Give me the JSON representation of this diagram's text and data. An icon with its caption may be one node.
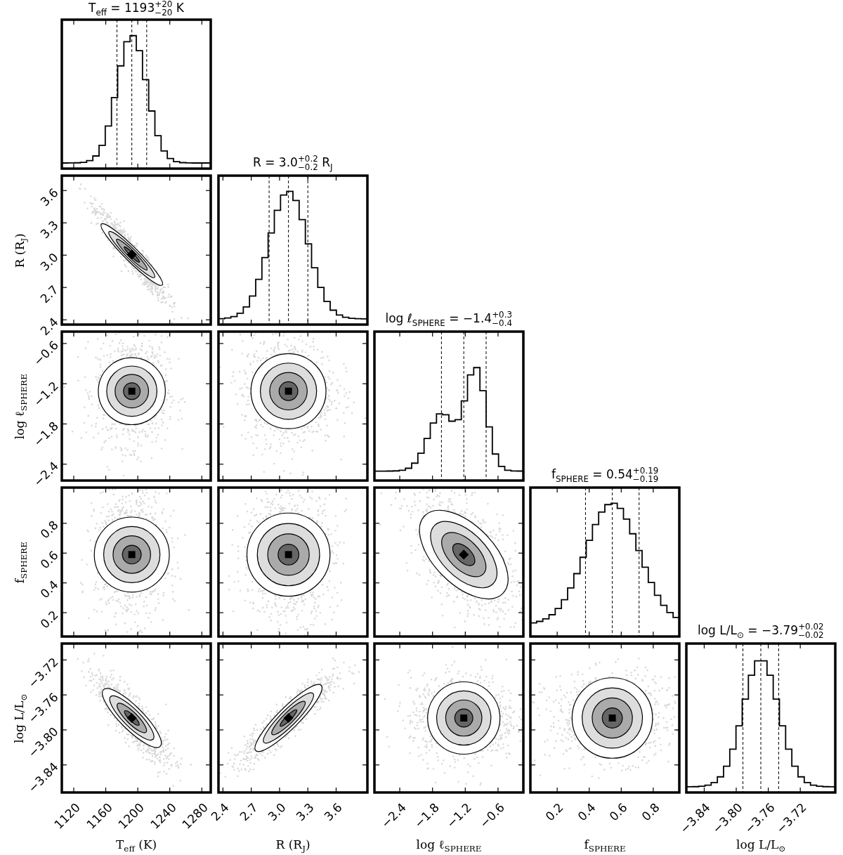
{
  "diagram": {
    "labels": [
      "T$_{eff}$ = 1193$^{+20}$$_{−20}$ K",
      "R = 3.0$^{+0.2}$$_{−0.2}$ R$_{J}$",
      "R (R$_{J}$)",
      "3.6",
      "3.3",
      "3.0",
      "2.7",
      "2.4",
      "log ℓ$_{SPHERE}$ = −1.4$^{+0.3}$$_{−0.4}$",
      "log ℓ$_{SPHERE}$",
      "−0.6",
      "−1.2",
      "−1.8",
      "−2.4",
      "f$_{SPHERE}$ = 0.54$^{+0.19}$$_{−0.19}$",
      "f$_{SPHERE}$",
      "0.8",
      "0.6",
      "0.4",
      "0.2",
      "log L/L$_{⊙}$ = −3.79$^{+0.02}$$_{−0.02}$",
      "log L/L$_{⊙}$",
      "−3.72",
      "−3.76",
      "−3.80",
      "−3.84",
      "1120",
      "1160",
      "1200",
      "1240",
      "1280",
      "2.4",
      "2.7",
      "3.0",
      "3.3",
      "3.6",
      "−2.4",
      "−1.8",
      "−1.2",
      "−0.6",
      "0.2",
      "0.4",
      "0.6",
      "0.8",
      "−3.84",
      "−3.80",
      "−3.76",
      "−3.72",
      "T$_{eff}$ (K)",
      "R (R$_{J}$)",
      "log ℓ$_{SPHERE}$",
      "f$_{SPHERE}$",
      "log L/L$_{⊙}$"
    ]
  }
}
